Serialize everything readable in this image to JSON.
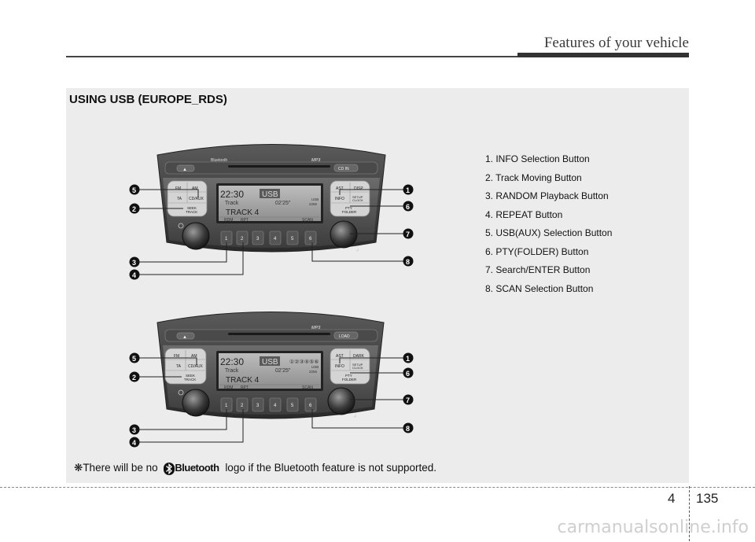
{
  "header": {
    "title": "Features of your vehicle"
  },
  "section": {
    "title": "USING USB (EUROPE_RDS)"
  },
  "legend": [
    "1. INFO Selection Button",
    "2. Track Moving Button",
    "3. RANDOM Playback Button",
    "4. REPEAT Button",
    "5. USB(AUX) Selection Button",
    "6. PTY(FOLDER) Button",
    "7. Search/ENTER Button",
    "8. SCAN Selection Button"
  ],
  "callouts": {
    "c1": "1",
    "c2": "2",
    "c3": "3",
    "c4": "4",
    "c5": "5",
    "c6": "6",
    "c7": "7",
    "c8": "8"
  },
  "radio_top": {
    "bluetooth": "Bluetooth",
    "disc_logos": "MP3",
    "cdin": "CD IN",
    "fm": "FM",
    "am": "AM",
    "ta": "TA",
    "cdaux": "CD/AUX",
    "seek": "SEEK",
    "track": "TRACK",
    "ast": "AST",
    "disp": "DISP",
    "info": "INFO",
    "setup": "SETUP",
    "clock": "CLOCK",
    "pty": "PTY",
    "folder": "FOLDER",
    "time": "22:30",
    "source": "USB",
    "track_label": "Track",
    "elapsed": "02'25\"",
    "track_num": "2256",
    "usb_small": "USB",
    "track_name": "TRACK 4",
    "rdm": "RDM",
    "rpt": "RPT",
    "scan": "SCAN",
    "presets": [
      "1",
      "2",
      "3",
      "4",
      "5",
      "6"
    ]
  },
  "radio_bottom": {
    "disc_logos": "MP3",
    "load": "LOAD",
    "fm": "FM",
    "am": "AM",
    "ta": "TA",
    "cdaux": "CD/AUX",
    "seek": "SEEK",
    "track": "TRACK",
    "ast": "AST",
    "disp": "DARK",
    "info": "INFO",
    "setup": "SETUP",
    "clock": "CLOCK",
    "pty": "PTY",
    "folder": "FOLDER",
    "time": "22:30",
    "source": "USB",
    "discs": "①②③④⑤⑥",
    "track_label": "Track",
    "elapsed": "02'25\"",
    "track_num": "2256",
    "usb_small": "USB",
    "track_name": "TRACK 4",
    "rdm": "RDM",
    "rpt": "RPT",
    "scan": "SCAN",
    "presets": [
      "1",
      "2",
      "3",
      "4",
      "5",
      "6"
    ]
  },
  "note": {
    "symbol": "❋",
    "before": "There will be no",
    "logo_text": "Bluetooth",
    "after": "logo if the Bluetooth feature is not supported."
  },
  "page": {
    "chapter": "4",
    "number": "135"
  },
  "watermark": "carmanualsonline.info"
}
